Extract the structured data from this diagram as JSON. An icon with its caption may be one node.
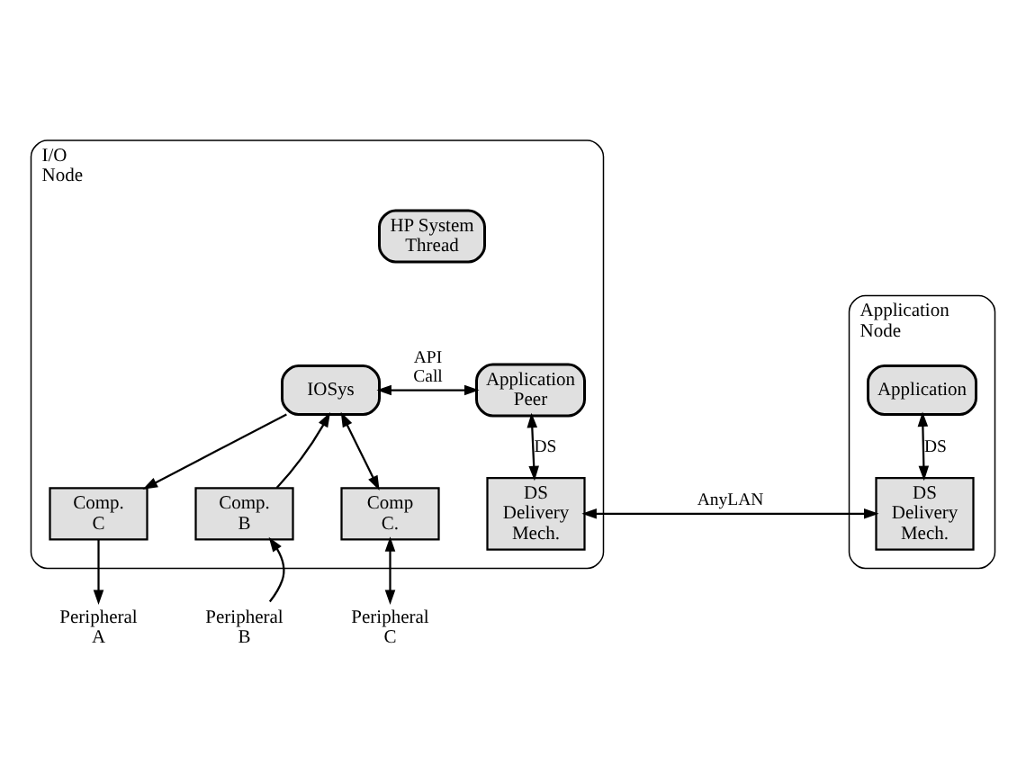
{
  "diagram": {
    "nodes": [
      {
        "text": [
          "I/O Node"
        ]
      },
      {
        "text": [
          "HP System Thread"
        ],
        "in": 0
      },
      {
        "text": [
          "IOSys"
        ],
        "in": 0
      },
      {
        "text": [
          "Application Peer"
        ],
        "in": 0
      },
      {
        "text": [
          "Comp. C"
        ],
        "in": 0
      },
      {
        "text": [
          "Comp. B"
        ],
        "in": 0
      },
      {
        "text": [
          "Comp C."
        ],
        "in": 0
      },
      {
        "text": [
          "DS Delivery Mech."
        ],
        "in": 0
      },
      {
        "text": [
          "Application Node"
        ]
      },
      {
        "text": [
          "Application"
        ],
        "in": 8
      },
      {
        "text": [
          "DS Delivery Mech."
        ],
        "in": 8
      },
      {
        "text": [
          "Peripheral A"
        ]
      },
      {
        "text": [
          "Peripheral B"
        ]
      },
      {
        "text": [
          "Peripheral C"
        ]
      }
    ],
    "edges": [
      {
        "from": 2,
        "to": 3,
        "arrow": "both",
        "label": "API Call"
      },
      {
        "from": 2,
        "to": 4,
        "arrow": "to"
      },
      {
        "from": 5,
        "to": 2,
        "arrow": "to"
      },
      {
        "from": 2,
        "to": 6,
        "arrow": "both"
      },
      {
        "from": 3,
        "to": 7,
        "arrow": "both",
        "label": "DS"
      },
      {
        "from": 9,
        "to": 10,
        "arrow": "both",
        "label": "DS"
      },
      {
        "from": 4,
        "to": 11,
        "arrow": "to"
      },
      {
        "from": 12,
        "to": 5,
        "arrow": "to"
      },
      {
        "from": 6,
        "to": 13,
        "arrow": "both"
      },
      {
        "from": 7,
        "to": 10,
        "arrow": "both",
        "label": "AnyLAN"
      }
    ]
  }
}
